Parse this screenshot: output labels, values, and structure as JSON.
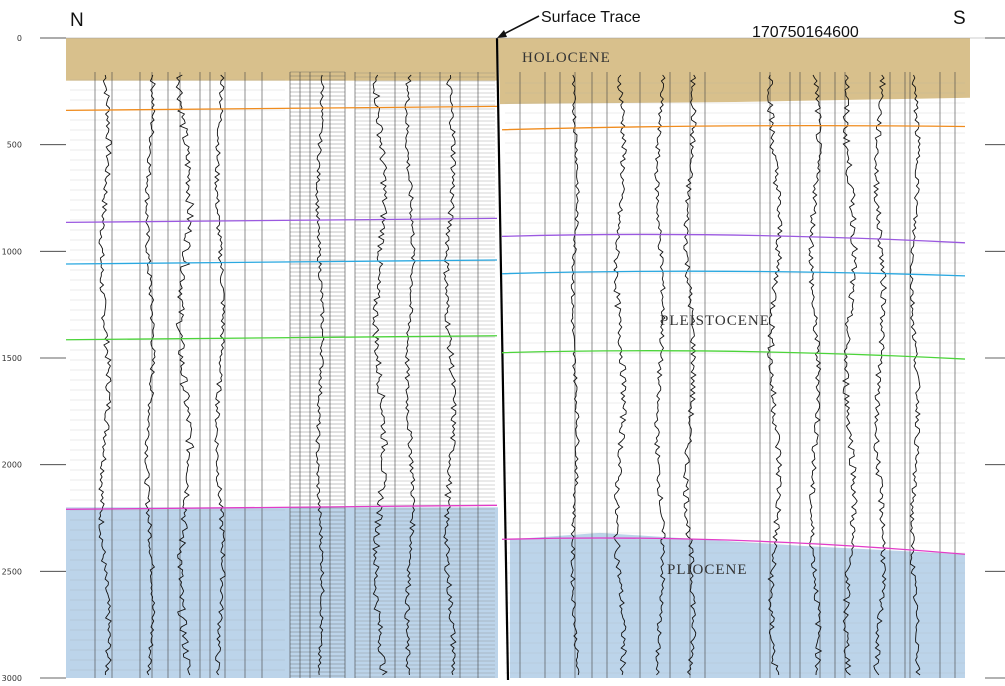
{
  "diagram": {
    "north_label": "N",
    "south_label": "S",
    "surface_trace_label": "Surface Trace",
    "well_id": "170750164600",
    "depth_ticks": [
      "0",
      "500",
      "1000",
      "1500",
      "2000",
      "2500",
      "3000"
    ],
    "depth_range": [
      0,
      3000
    ],
    "units": [
      {
        "name": "HOLOCENE",
        "color": "#d8c08c"
      },
      {
        "name": "PLEISTOCENE",
        "color": "#ffffff"
      },
      {
        "name": "PLIOCENE",
        "color": "#bcd4ea"
      }
    ],
    "horizons": [
      {
        "color": "#f08c1e",
        "north_depth": 330,
        "south_depth_start": 430,
        "south_depth_end": 415
      },
      {
        "color": "#9b59e0",
        "north_depth": 855,
        "south_depth_start": 930,
        "south_depth_end": 960
      },
      {
        "color": "#2aa8e0",
        "north_depth": 1050,
        "south_depth_start": 1105,
        "south_depth_end": 1115
      },
      {
        "color": "#4cd43a",
        "north_depth": 1405,
        "south_depth_start": 1475,
        "south_depth_end": 1505
      },
      {
        "color": "#e23cc8",
        "north_depth": 2200,
        "south_depth_start": 2350,
        "south_depth_end": 2420
      }
    ]
  }
}
